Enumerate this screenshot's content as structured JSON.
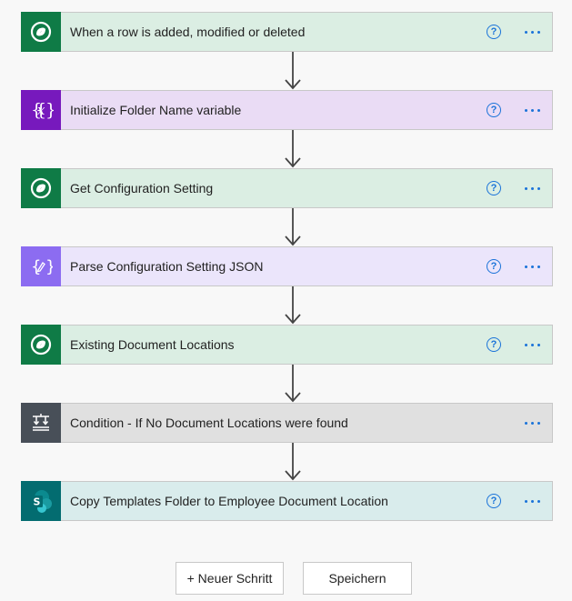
{
  "steps": [
    {
      "title": "When a row is added, modified or deleted",
      "icon": "dataverse-icon",
      "bg": "#dbeee3",
      "icon_bg": "#0f7b46",
      "help": true
    },
    {
      "title": "Initialize Folder Name variable",
      "icon": "variable-icon",
      "bg": "#eadcf5",
      "icon_bg": "#7719bd",
      "help": true
    },
    {
      "title": "Get Configuration Setting",
      "icon": "dataverse-icon",
      "bg": "#dbeee3",
      "icon_bg": "#0f7b46",
      "help": true
    },
    {
      "title": "Parse Configuration Setting JSON",
      "icon": "data-operation-icon",
      "bg": "#ebe5fb",
      "icon_bg": "#8c6cf1",
      "help": true
    },
    {
      "title": "Existing Document Locations",
      "icon": "dataverse-icon",
      "bg": "#dbeee3",
      "icon_bg": "#0f7b46",
      "help": true
    },
    {
      "title": "Condition - If No Document Locations were found",
      "icon": "condition-icon",
      "bg": "#e0e0e0",
      "icon_bg": "#484f58",
      "help": false
    },
    {
      "title": "Copy Templates Folder to Employee Document Location",
      "icon": "sharepoint-icon",
      "bg": "#d9ecec",
      "icon_bg": "#036c70",
      "help": true
    }
  ],
  "help_symbol": "?",
  "buttons": {
    "new_step": "+ Neuer Schritt",
    "save": "Speichern"
  }
}
